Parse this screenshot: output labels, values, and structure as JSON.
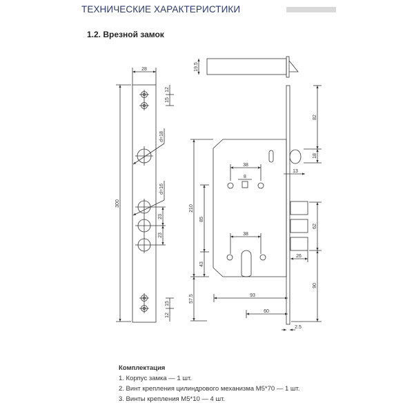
{
  "header": {
    "section_title": "ТЕХНИЧЕСКИЕ ХАРАКТЕРИСТИКИ"
  },
  "page_title": "1.2. Врезной замок",
  "dims": {
    "plate_width": "28",
    "plate_height": "300",
    "top_12": "12",
    "top_15": "15",
    "d18": "d=18",
    "d16": "d=16",
    "pitch_a": "23",
    "pitch_b": "23",
    "bot_15": "15",
    "bot_12": "12",
    "bolt_thick": "19.5",
    "body_height": "210",
    "spindle_to_cyl": "85",
    "cyl_to_bottom": "43",
    "bottom_offset": "57.5",
    "spindle_holes": "38",
    "spindle_sq": "8",
    "latch_proj": "13",
    "cyl_holes": "38",
    "backset_total": "93",
    "backset": "60",
    "plate_thick": "2.5",
    "top_to_latch": "82",
    "latch_h": "18",
    "bolts_span": "62",
    "bolt_proj": "26",
    "bolts_to_bottom": "90"
  },
  "kit": {
    "heading": "Комплектация",
    "items": [
      "1. Корпус замка — 1 шт.",
      "2. Винт крепления цилиндрового механизма M5*70 — 1 шт.",
      "3. Винты крепления M5*10 — 4 шт."
    ]
  }
}
